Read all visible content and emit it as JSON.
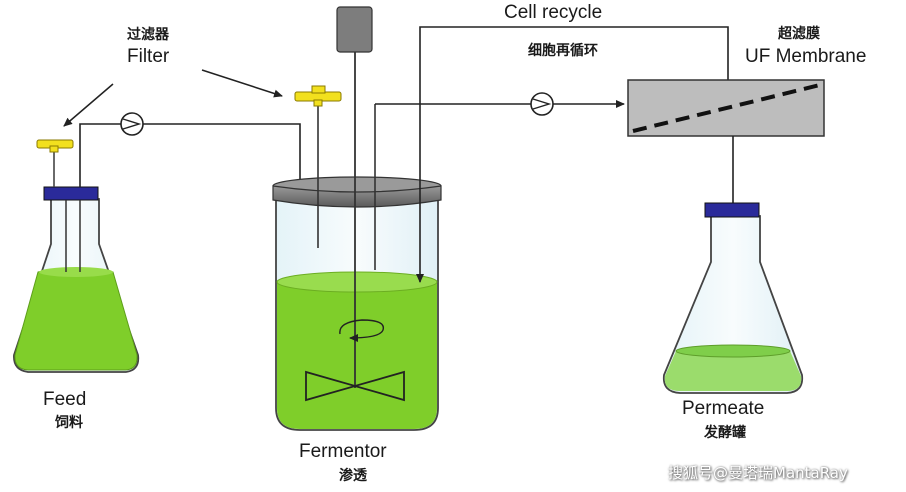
{
  "labels": {
    "filter_cn": "过滤器",
    "filter_en": "Filter",
    "cell_recycle_en": "Cell recycle",
    "cell_recycle_cn": "细胞再循环",
    "uf_membrane_cn": "超滤膜",
    "uf_membrane_en": "UF Membrane",
    "feed_en": "Feed",
    "feed_cn": "饲料",
    "fermentor_en": "Fermentor",
    "fermentor_cn": "渗透",
    "permeate_en": "Permeate",
    "permeate_cn": "发酵罐"
  },
  "watermark": "搜狐号@曼塔瑞MantaRay",
  "colors": {
    "liquid_green": "#7fce2a",
    "permeate_green": "#9bdc6c",
    "cap_blue": "#2a2a9a",
    "filter_yellow": "#f2e01e",
    "membrane_gray": "#bdbdbd",
    "motor_gray": "#7d7d7d",
    "line": "#222222"
  }
}
